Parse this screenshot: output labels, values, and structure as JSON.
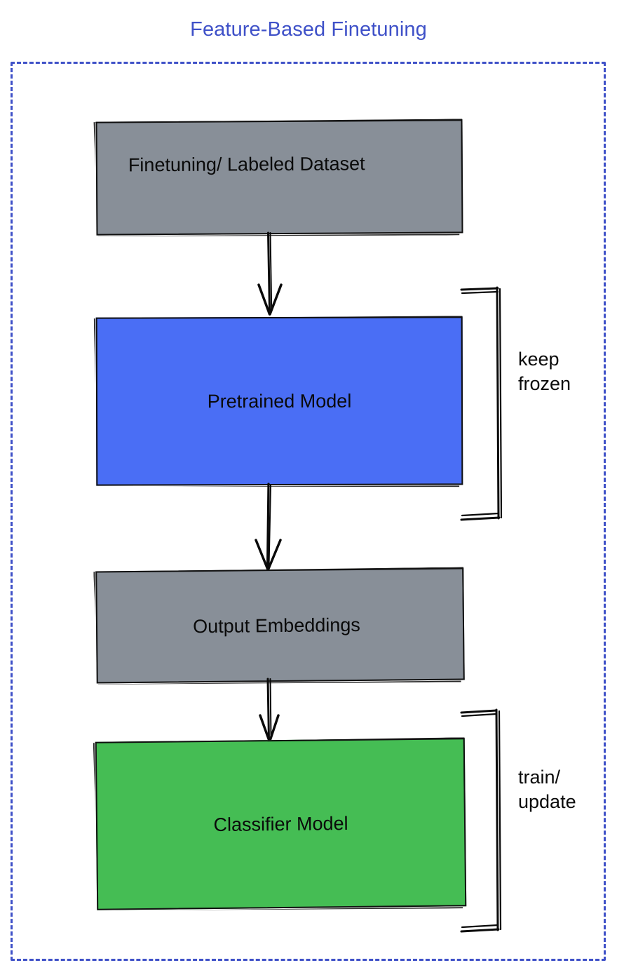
{
  "diagram": {
    "title": "Feature-Based Finetuning",
    "title_color": "#3f51c8",
    "frame_color": "#3f51c8",
    "background_color": "#ffffff",
    "type": "flowchart",
    "style": "hand-drawn sketch"
  },
  "nodes": [
    {
      "id": "dataset",
      "label": "Finetuning/ Labeled Dataset",
      "fill": "#888f98",
      "stroke": "#111111"
    },
    {
      "id": "pretrained",
      "label": "Pretrained Model",
      "fill": "#4a6ef5",
      "stroke": "#111111"
    },
    {
      "id": "embeddings",
      "label": "Output Embeddings",
      "fill": "#888f98",
      "stroke": "#111111"
    },
    {
      "id": "classifier",
      "label": "Classifier Model",
      "fill": "#45bd54",
      "stroke": "#111111"
    }
  ],
  "edges": [
    {
      "id": "edge-1",
      "from": "dataset",
      "to": "pretrained",
      "style": "arrow-down"
    },
    {
      "id": "edge-2",
      "from": "pretrained",
      "to": "embeddings",
      "style": "arrow-down"
    },
    {
      "id": "edge-3",
      "from": "embeddings",
      "to": "classifier",
      "style": "arrow-down"
    }
  ],
  "annotations": [
    {
      "id": "keep-frozen",
      "text": "keep\nfrozen",
      "targets": [
        "pretrained"
      ],
      "bracket": true
    },
    {
      "id": "train-update",
      "text": "train/\nupdate",
      "targets": [
        "classifier"
      ],
      "bracket": true
    }
  ]
}
